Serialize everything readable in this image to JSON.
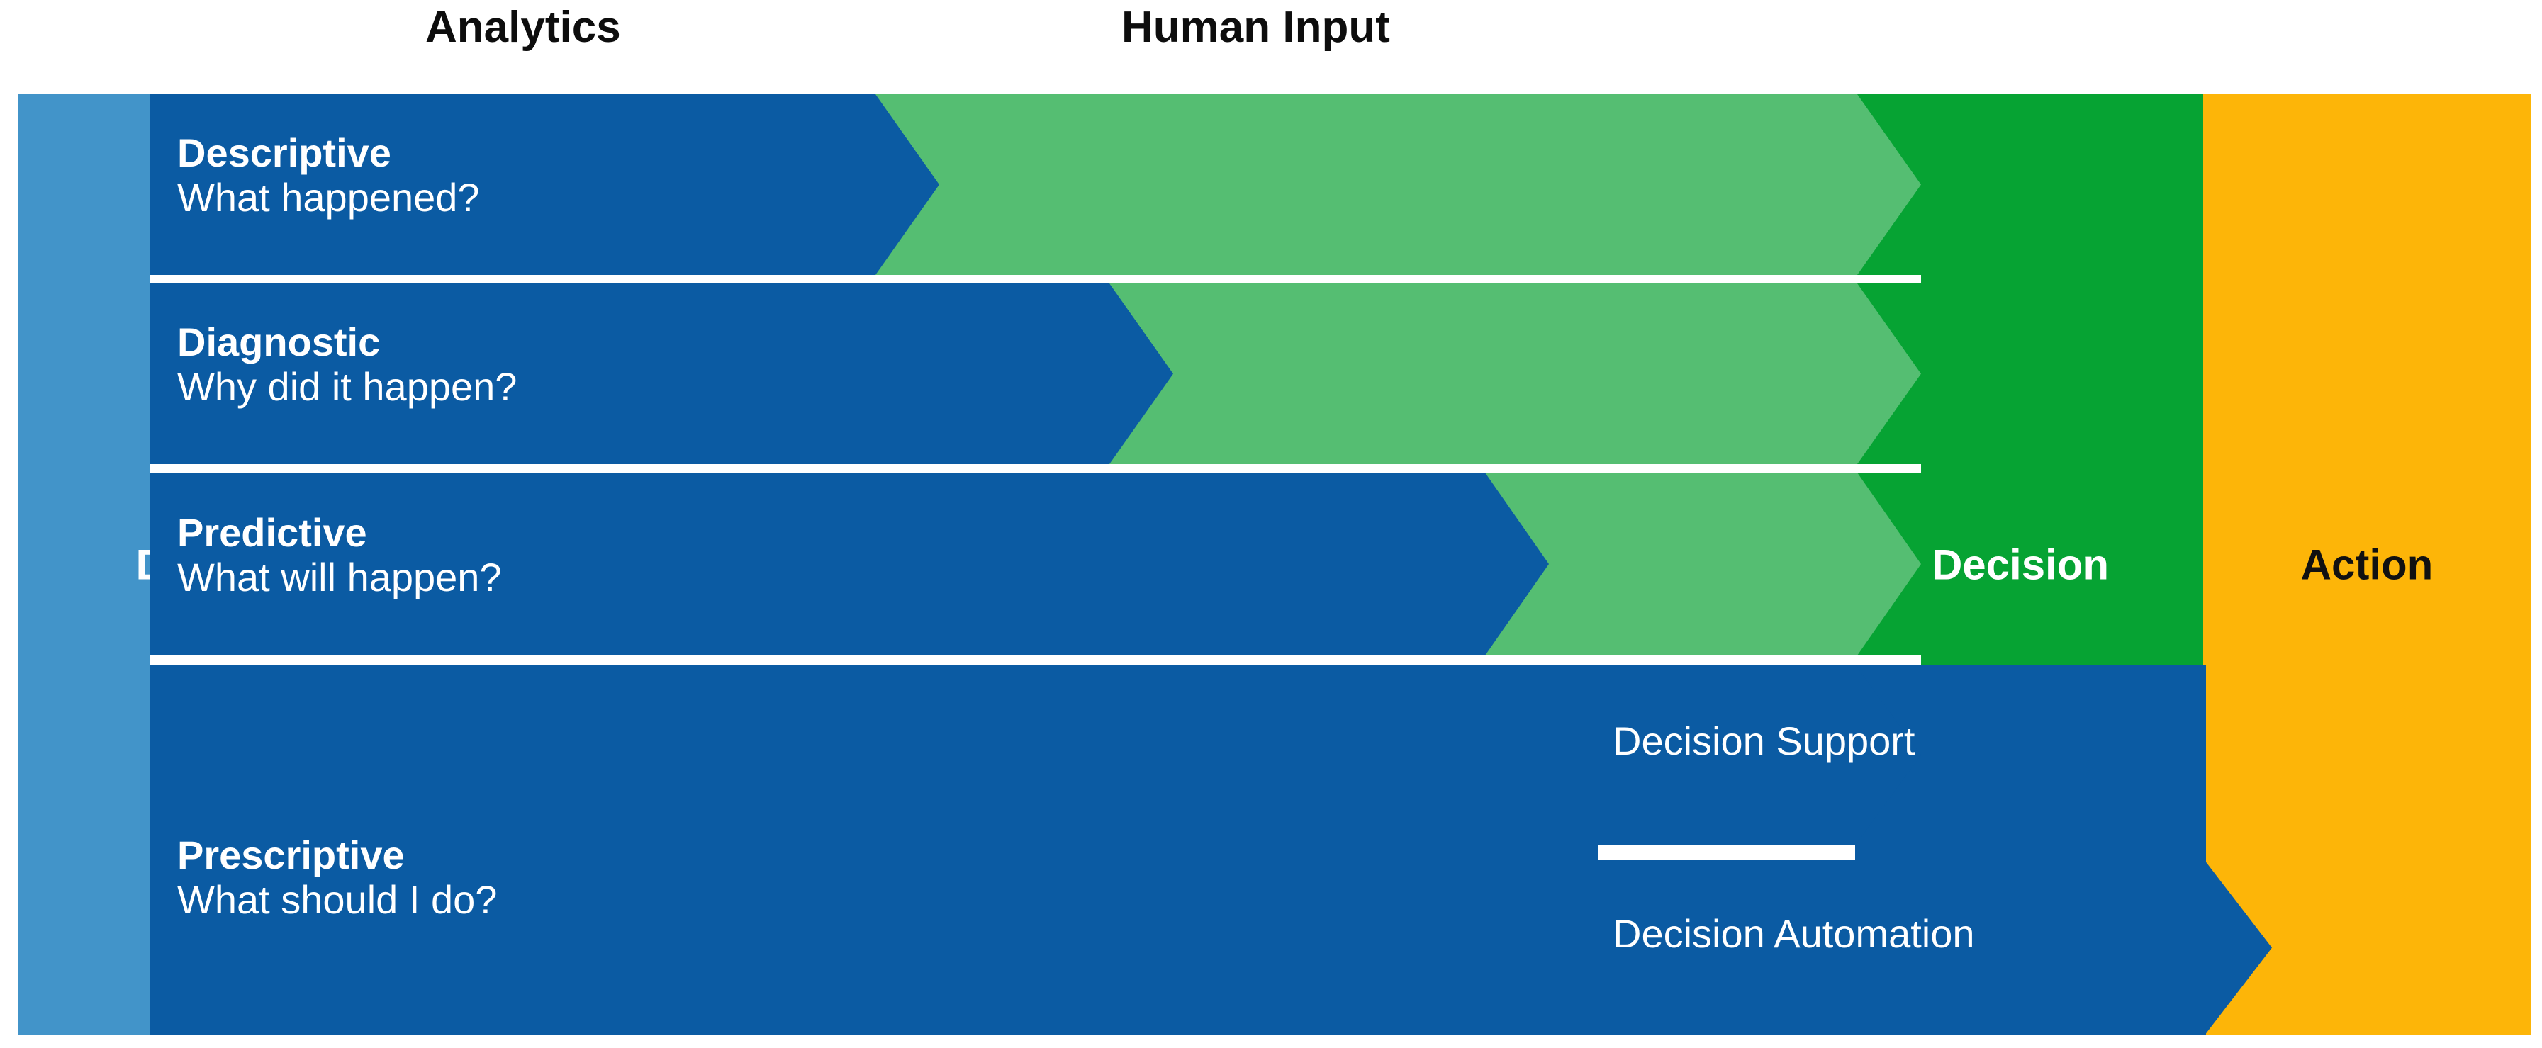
{
  "headers": {
    "analytics": "Analytics",
    "human_input": "Human Input"
  },
  "columns": {
    "data": {
      "label": "Data",
      "color": "#4294c9",
      "text_color": "#ffffff"
    },
    "decision": {
      "label": "Decision",
      "color": "#06a333",
      "text_color": "#ffffff"
    },
    "action": {
      "label": "Action",
      "color": "#fdb508",
      "text_color": "#111111"
    }
  },
  "palette": {
    "analytics_blue": "#0b5ba3",
    "human_input_green": "#55be72",
    "decision_green": "#06a333",
    "action_orange": "#fdb508",
    "data_blue": "#4294c9",
    "divider_white": "#ffffff"
  },
  "rows": [
    {
      "title": "Descriptive",
      "question": "What happened?"
    },
    {
      "title": "Diagnostic",
      "question": "Why did it happen?"
    },
    {
      "title": "Predictive",
      "question": "What will happen?"
    },
    {
      "title": "Prescriptive",
      "question": "What should I do?"
    }
  ],
  "prescriptive_paths": {
    "decision_support": "Decision Support",
    "decision_automation": "Decision Automation"
  }
}
